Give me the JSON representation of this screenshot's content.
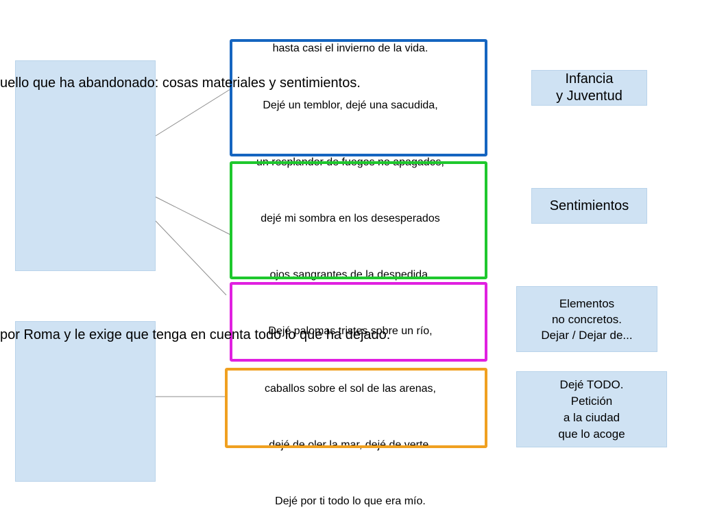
{
  "verses": [
    "hasta casi el invierno de la vida.",
    "Dejé un temblor, dejé una sacudida,",
    "un resplandor de fuegos no apagados,",
    "dejé mi sombra en los desesperados",
    "ojos sangrantes de la despedida.",
    "Dejé palomas tristes sobre un río,",
    "caballos sobre el sol de las arenas,",
    "dejé de oler la mar, dejé de verte.",
    "Dejé por ti todo lo que era mío."
  ],
  "overlays": {
    "line_one": "uello que ha abandonado: cosas materiales y sentimientos.",
    "line_two": "por Roma y le exige que tenga en cuenta todo lo que ha dejado."
  },
  "labels": {
    "infancia": "Infancia\ny Juventud",
    "sentimientos": "Sentimientos",
    "elementos": "Elementos\nno concretos.\nDejar / Dejar de...",
    "deje_todo": "Dejé TODO.\nPetición\na la ciudad\nque lo acoge"
  },
  "colors": {
    "frame_blue": "#1565c0",
    "frame_green": "#1ec82d",
    "frame_magenta": "#e020e0",
    "frame_orange": "#f0a020",
    "label_fill": "#cfe2f3"
  }
}
